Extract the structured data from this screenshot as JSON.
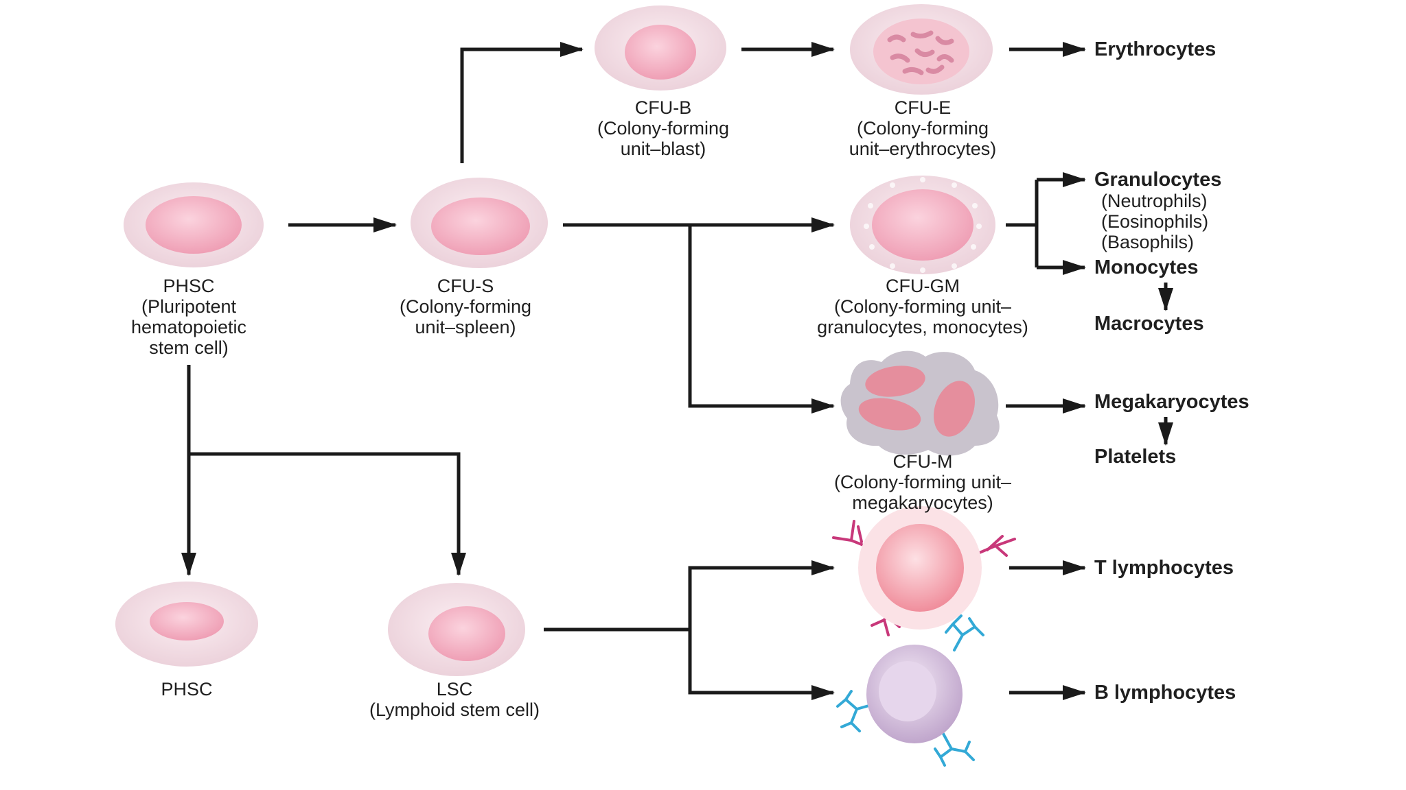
{
  "cells": {
    "phsc_top": {
      "name": "PHSC",
      "desc": [
        "(Pluripotent",
        "hematopoietic",
        "stem cell)"
      ]
    },
    "cfu_s": {
      "name": "CFU-S",
      "desc": [
        "(Colony-forming",
        "unit–spleen)"
      ]
    },
    "cfu_b": {
      "name": "CFU-B",
      "desc": [
        "(Colony-forming",
        "unit–blast)"
      ]
    },
    "cfu_e": {
      "name": "CFU-E",
      "desc": [
        "(Colony-forming",
        "unit–erythrocytes)"
      ]
    },
    "cfu_gm": {
      "name": "CFU-GM",
      "desc": [
        "(Colony-forming unit–",
        "granulocytes, monocytes)"
      ]
    },
    "cfu_m": {
      "name": "CFU-M",
      "desc": [
        "(Colony-forming unit–",
        "megakaryocytes)"
      ]
    },
    "phsc_bottom": {
      "name": "PHSC"
    },
    "lsc": {
      "name": "LSC",
      "desc": [
        "(Lymphoid stem cell)"
      ]
    }
  },
  "outputs": {
    "erythrocytes": "Erythrocytes",
    "granulocytes": "Granulocytes",
    "granulocyte_types": [
      "(Neutrophils)",
      "(Eosinophils)",
      "(Basophils)"
    ],
    "monocytes": "Monocytes",
    "macrocytes": "Macrocytes",
    "megakaryocytes": "Megakaryocytes",
    "platelets": "Platelets",
    "t_lymphocytes": "T lymphocytes",
    "b_lymphocytes": "B lymphocytes"
  },
  "colors": {
    "cell_outer": "#f3dde3",
    "cell_inner": "#f2b8c8",
    "cfu_e_granules": "#d98aa3",
    "megakaryocyte_body": "#c9c3cd",
    "megakaryocyte_nuclei": "#e58e9d",
    "t_cell_receptors": "#c8387a",
    "b_cell_receptors": "#33a9d6",
    "b_cell_body": "#cdbad6",
    "arrow": "#1a1a1a"
  }
}
